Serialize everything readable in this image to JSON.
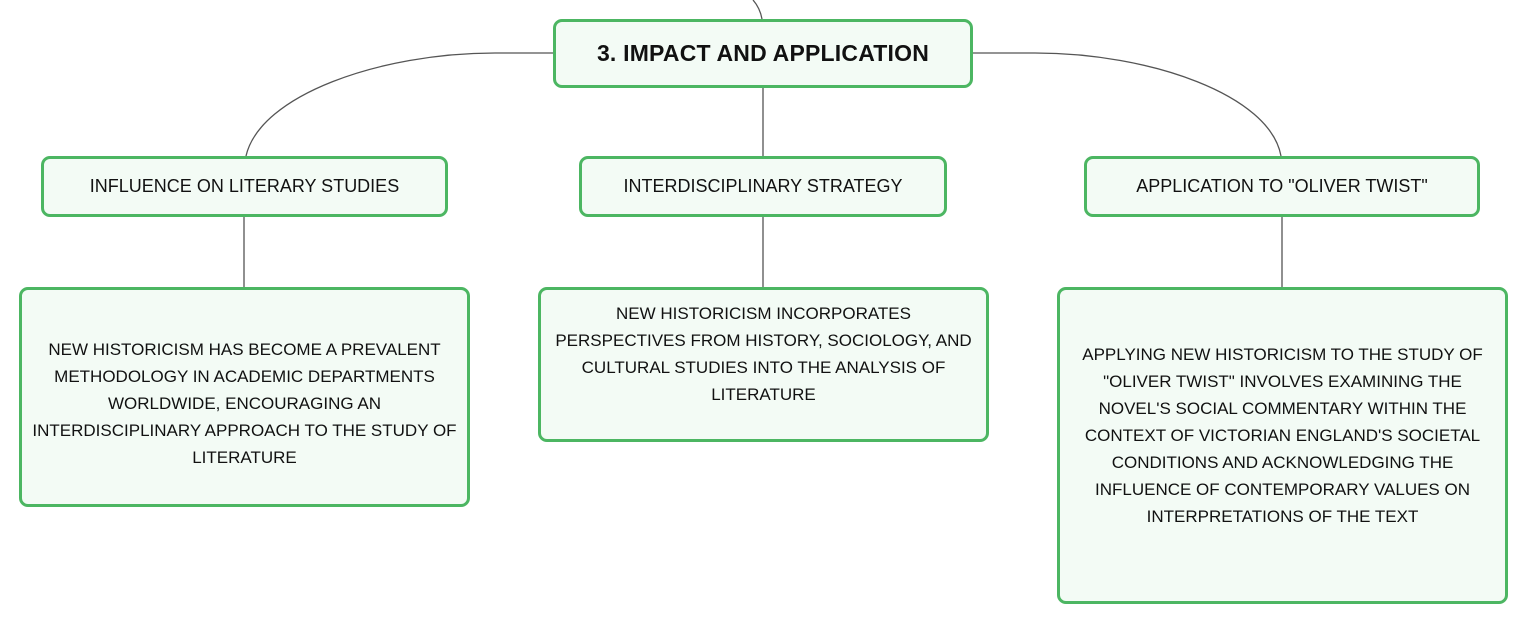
{
  "root": {
    "label": "3. IMPACT AND APPLICATION"
  },
  "branches": [
    {
      "title": "INFLUENCE ON LITERARY STUDIES",
      "detail": "NEW HISTORICISM HAS BECOME A PREVALENT METHODOLOGY IN ACADEMIC DEPARTMENTS WORLDWIDE, ENCOURAGING AN INTERDISCIPLINARY APPROACH TO THE STUDY OF LITERATURE"
    },
    {
      "title": "INTERDISCIPLINARY STRATEGY",
      "detail": "NEW HISTORICISM INCORPORATES PERSPECTIVES FROM HISTORY, SOCIOLOGY, AND CULTURAL STUDIES INTO THE ANALYSIS OF LITERATURE"
    },
    {
      "title": "APPLICATION TO \"OLIVER TWIST\"",
      "detail": "APPLYING NEW HISTORICISM TO THE STUDY OF \"OLIVER TWIST\" INVOLVES EXAMINING THE NOVEL'S SOCIAL COMMENTARY WITHIN THE CONTEXT OF VICTORIAN ENGLAND'S SOCIETAL CONDITIONS AND ACKNOWLEDGING THE INFLUENCE OF CONTEMPORARY VALUES ON INTERPRETATIONS OF THE TEXT"
    }
  ],
  "colors": {
    "node_border": "#4cb662",
    "node_fill": "#f3fbf5",
    "connector": "#555555",
    "text": "#111111"
  }
}
